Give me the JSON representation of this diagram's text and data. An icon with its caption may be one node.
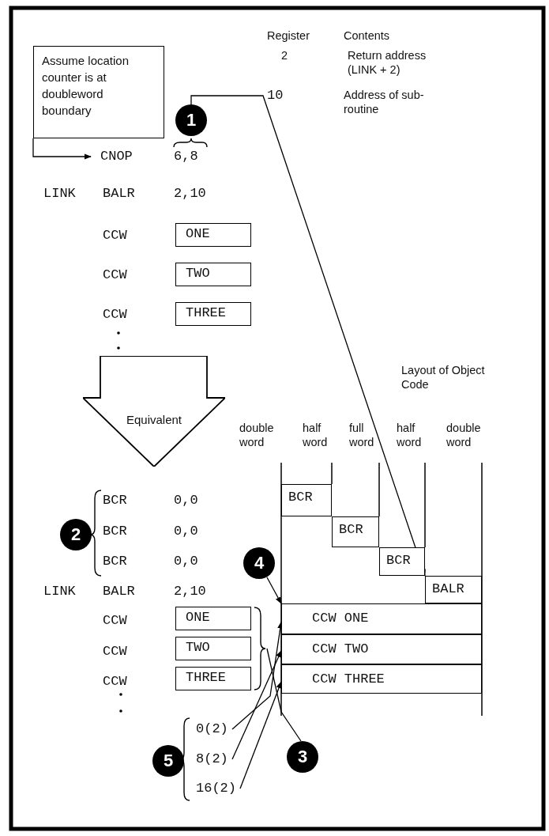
{
  "diagram": {
    "nodes": [
      {
        "text": [
          "Assume location counter is at doubleword boundary"
        ]
      },
      {
        "text": [
          "CNOP"
        ]
      },
      {
        "text": [
          "1"
        ]
      },
      {
        "text": [
          "ONE"
        ]
      },
      {
        "text": [
          "TWO"
        ]
      },
      {
        "text": [
          "THREE"
        ]
      },
      {
        "text": [
          "Equivalent"
        ]
      },
      {
        "text": [
          "2"
        ]
      },
      {
        "text": [
          "4"
        ]
      },
      {
        "text": [
          "ONE"
        ]
      },
      {
        "text": [
          "TWO"
        ]
      },
      {
        "text": [
          "THREE"
        ]
      },
      {
        "text": [
          "BCR"
        ]
      },
      {
        "text": [
          "BCR"
        ]
      },
      {
        "text": [
          "BCR"
        ]
      },
      {
        "text": [
          "BALR"
        ]
      },
      {
        "text": [
          "CCW ONE"
        ]
      },
      {
        "text": [
          "CCW TWO"
        ]
      },
      {
        "text": [
          "CCW THREE"
        ]
      },
      {
        "text": [
          "0(2)"
        ]
      },
      {
        "text": [
          "8(2)"
        ]
      },
      {
        "text": [
          "16(2)"
        ]
      },
      {
        "text": [
          "5"
        ]
      },
      {
        "text": [
          "3"
        ]
      },
      {
        "text": [],
        "shape": "bracket"
      }
    ],
    "edges": [
      {
        "from": 0,
        "to": 1,
        "arrow": "to"
      },
      {
        "from": 2,
        "to": 14,
        "arrow": "to"
      },
      {
        "from": 8,
        "to": 16,
        "arrow": "to"
      },
      {
        "from": 19,
        "to": 16,
        "arrow": "to"
      },
      {
        "from": 20,
        "to": 17,
        "arrow": "to"
      },
      {
        "from": 21,
        "to": 18,
        "arrow": "to"
      },
      {
        "from": 23,
        "to": 24,
        "arrow": "none"
      }
    ],
    "labels": [
      "Register",
      "Contents",
      "2",
      "Return address (LINK + 2)",
      "10",
      "Address of sub- routine",
      "6,8",
      "LINK",
      "BALR",
      "2,10",
      "CCW",
      "CCW",
      "CCW",
      "Layout of Object Code",
      "double word",
      "half word",
      "full word",
      "half word",
      "double word",
      "BCR",
      "0,0",
      "BCR",
      "0,0",
      "BCR",
      "0,0",
      "LINK",
      "BALR",
      "2,10",
      "CCW",
      "CCW",
      "CCW"
    ]
  }
}
